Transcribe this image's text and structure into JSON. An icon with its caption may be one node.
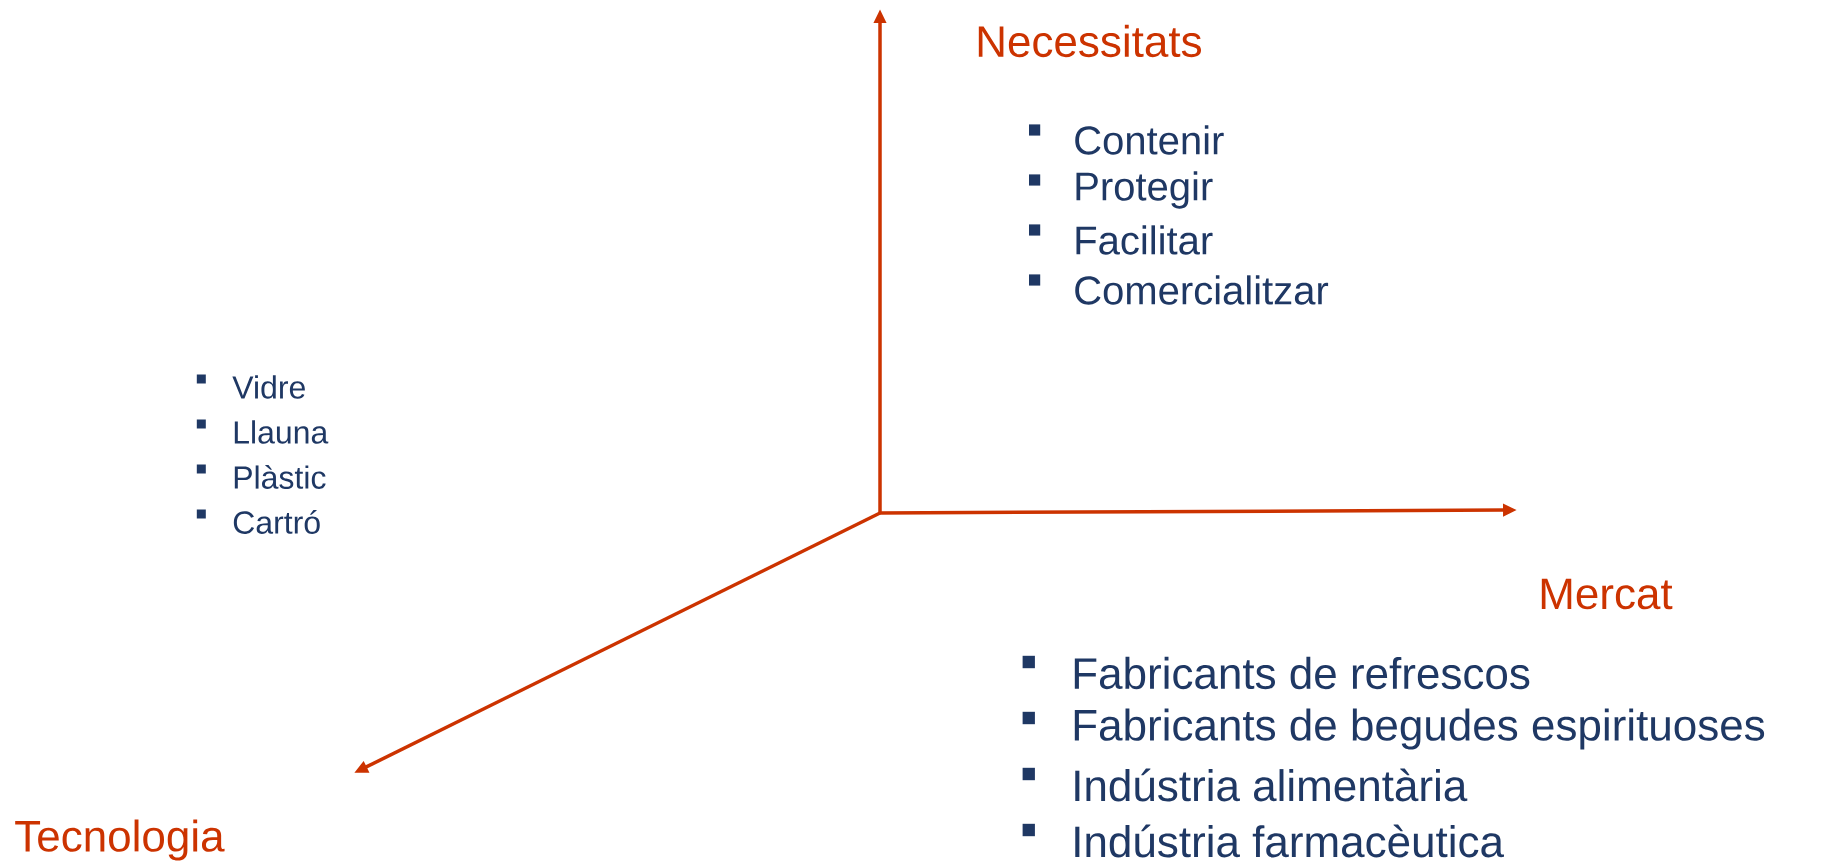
{
  "diagram": {
    "labels": [
      "Necessitats",
      "Contenir",
      "Protegir",
      "Facilitar",
      "Comercialitzar",
      "Vidre",
      "Llauna",
      "Plàstic",
      "Cartró",
      "Mercat",
      "Fabricants de refrescos",
      "Fabricants de begudes espirituoses",
      "Indústria alimentària",
      "Indústria farmacèutica",
      "Tecnologia"
    ]
  }
}
